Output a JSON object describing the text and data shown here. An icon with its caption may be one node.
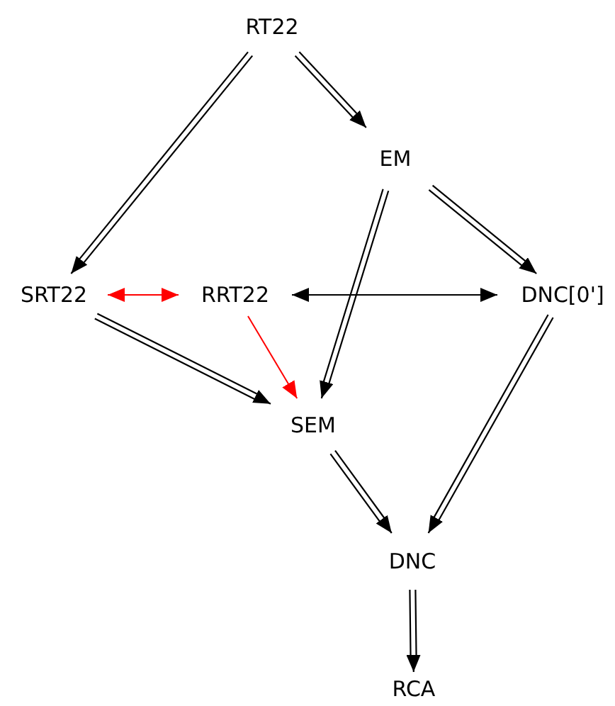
{
  "diagram": {
    "nodes": [
      {
        "text": [
          "RT22"
        ]
      },
      {
        "text": [
          "EM"
        ]
      },
      {
        "text": [
          "SRT22"
        ]
      },
      {
        "text": [
          "RRT22"
        ]
      },
      {
        "text": [
          "DNC[0']"
        ]
      },
      {
        "text": [
          "SEM"
        ]
      },
      {
        "text": [
          "DNC"
        ]
      },
      {
        "text": [
          "RCA"
        ]
      }
    ],
    "edges": [
      {
        "from": 0,
        "to": 2,
        "arrow": "to"
      },
      {
        "from": 0,
        "to": 1,
        "arrow": "to"
      },
      {
        "from": 1,
        "to": 5,
        "arrow": "to"
      },
      {
        "from": 1,
        "to": 4,
        "arrow": "to"
      },
      {
        "from": 2,
        "to": 3,
        "arrow": "both",
        "color": "#ff0000"
      },
      {
        "from": 3,
        "to": 4,
        "arrow": "both"
      },
      {
        "from": 2,
        "to": 5,
        "arrow": "to"
      },
      {
        "from": 3,
        "to": 5,
        "arrow": "to",
        "color": "#ff0000"
      },
      {
        "from": 5,
        "to": 6,
        "arrow": "to"
      },
      {
        "from": 4,
        "to": 6,
        "arrow": "to"
      },
      {
        "from": 6,
        "to": 7,
        "arrow": "to"
      }
    ]
  }
}
